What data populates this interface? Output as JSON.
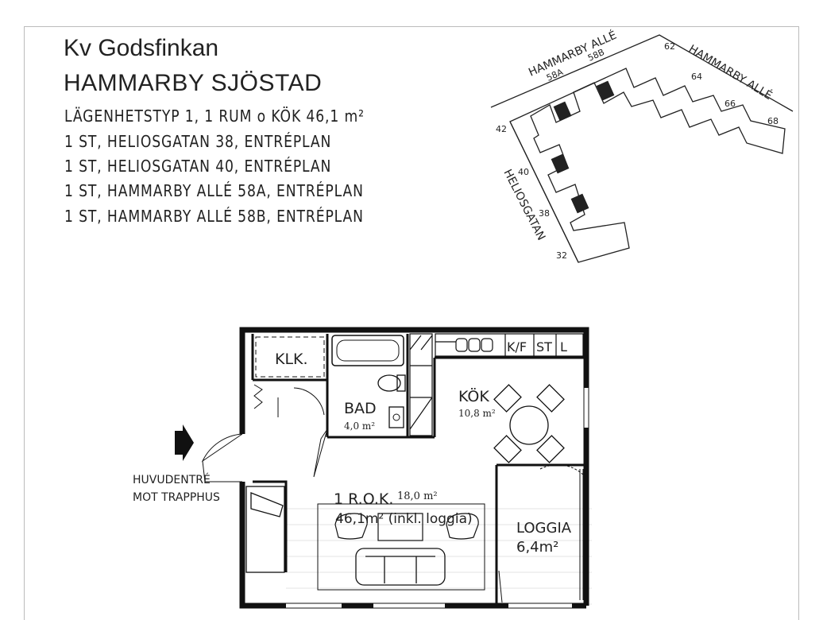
{
  "header": {
    "block_name": "Kv Godsfinkan",
    "district": "HAMMARBY SJÖSTAD",
    "apartment_type": "LÄGENHETSTYP 1, 1 RUM o KÖK 46,1 m²",
    "addresses": [
      "1 ST, HELIOSGATAN 38, ENTRÉPLAN",
      "1 ST, HELIOSGATAN 40, ENTRÉPLAN",
      "1 ST, HAMMARBY ALLÉ 58A, ENTRÉPLAN",
      "1 ST, HAMMARBY ALLÉ 58B, ENTRÉPLAN"
    ]
  },
  "site_plan": {
    "street_top": "HAMMARBY ALLÉ",
    "street_right": "HAMMARBY ALLÉ",
    "street_left": "HELIOSGATAN",
    "numbers": {
      "n58a": "58A",
      "n58b": "58B",
      "n62": "62",
      "n64": "64",
      "n66": "66",
      "n68": "68",
      "n42": "42",
      "n40": "40",
      "n38": "38",
      "n32": "32"
    }
  },
  "floor_plan": {
    "klk": "KLK.",
    "bad_name": "BAD",
    "bad_area": "4,0 m²",
    "kok_name": "KÖK",
    "kok_area": "10,8 m²",
    "kf": "K/F",
    "st": "ST",
    "l": "L",
    "rok_name": "1 R.O.K.",
    "rok_area": "18,0 m²",
    "rok_total": "46,1m² (inkl. loggia)",
    "loggia_name": "LOGGIA",
    "loggia_area": "6,4m²",
    "entrance_line1": "HUVUDENTRÉ",
    "entrance_line2": "MOT TRAPPHUS"
  }
}
